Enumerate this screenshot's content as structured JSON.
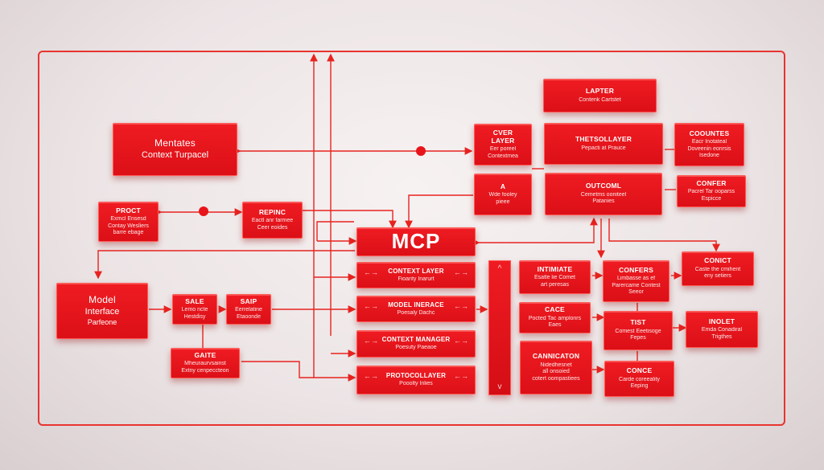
{
  "diagram": {
    "mcp": {
      "title": "MCP"
    },
    "mentates": {
      "title": "Mentates",
      "sub": "Context Turpacel"
    },
    "model": {
      "title": "Model",
      "sub": "Interface",
      "sub2": "Parfeone"
    },
    "proct": {
      "title": "PROCT",
      "sub": "Exmcl Ensesd\nContay Wesliers\nbarre ebage"
    },
    "repinc": {
      "title": "REPINC",
      "sub": "Eactl anr farmee\nCeer eoides"
    },
    "sale": {
      "title": "SALE",
      "sub": "Lemo ncte\nHestdisy"
    },
    "saip": {
      "title": "SAIP",
      "sub": "Eerrelatine\nEtaoonde"
    },
    "gaite": {
      "title": "GAITE",
      "sub": "Mheuraurvsainst\nExtny cenpeccteon"
    },
    "layers": [
      {
        "title": "CONTEXT LAYER",
        "sub": "Fioarity Inarurt"
      },
      {
        "title": "MODEL INERACE",
        "sub": "Poesaly Dachc"
      },
      {
        "title": "CONTEXT MANAGER",
        "sub": "Poesuty Paeaoe"
      },
      {
        "title": "PROTOCOLLAYER",
        "sub": "Pooolty Inlies"
      }
    ],
    "cver": {
      "title": "CVER\nLAYER",
      "sub": "Eer poreel\nContextmea"
    },
    "a_box": {
      "title": "A",
      "sub": "Wde fooley\npieee"
    },
    "lapter": {
      "title": "LAPTER",
      "sub": "Contenk Cartstet"
    },
    "thetsol": {
      "title": "THETSOLLAYER",
      "sub": "Pepacti at Prauce"
    },
    "outcoml": {
      "title": "OUTCOML",
      "sub": "Cemetms ooniteel\nPatanies"
    },
    "coountes": {
      "title": "COOUNTES",
      "sub": "Eacr Inotateal\nDoveenin eonrsis\nIsedone"
    },
    "confer1": {
      "title": "CONFER",
      "sub": "Pacrel Tar ooparss\nEspicce"
    },
    "intimiate": {
      "title": "INTIMIATE",
      "sub": "Esatle lie Comet\nart peresas"
    },
    "confers": {
      "title": "CONFERS",
      "sub": "Limbasse as ef\nParercame Contest\nSeeor"
    },
    "conict": {
      "title": "CONICT",
      "sub": "Caste the cmihent\neny setiers"
    },
    "cace": {
      "title": "CACE",
      "sub": "Pocted Tac amplonrs\nEaes"
    },
    "tist": {
      "title": "TIST",
      "sub": "Comest Eeetisoge\nFepes"
    },
    "inolet": {
      "title": "INOLET",
      "sub": "Emda Conadiral\nTrigthes"
    },
    "cannication": {
      "title": "CANNICATON",
      "sub": "Nidedhesnet\nall onsoied\ncotert oompastiees"
    },
    "conce": {
      "title": "CONCE",
      "sub": "Carde coreeality\nEeping"
    },
    "arrow_up": "^",
    "arrow_down": "v"
  }
}
